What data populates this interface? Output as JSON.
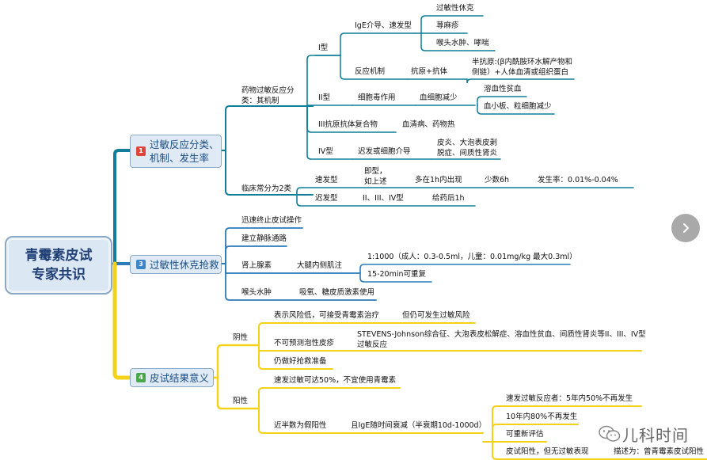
{
  "root": {
    "label": "青霉素皮试\n专家共识"
  },
  "colors": {
    "teal": "#0e7e99",
    "blue": "#2b7bb9",
    "yellow": "#f5d21a",
    "badge_red": "#e0453c",
    "badge_blue": "#3a86c8",
    "badge_green": "#4aa84a"
  },
  "branches": [
    {
      "num": "1",
      "label": "过敏反应分类、\n机制、发生率"
    },
    {
      "num": "3",
      "label": "过敏性休克抢救"
    },
    {
      "num": "4",
      "label": "皮试结果意义"
    }
  ],
  "b1": {
    "drug_allergy": "药物过敏反应分\n类：其机制",
    "type1": "I型",
    "ige": "IgE介导、速发型",
    "ige_items": [
      "过敏性休克",
      "荨麻疹",
      "喉头水肿、哮喘"
    ],
    "mechanism": "反应机制",
    "antigen": "抗原+抗体",
    "hapten": "半抗原:(β内酰胺环水解产物和\n侧链）+人体血清或组织蛋白",
    "type2": "II型",
    "cytotoxic": "细胞毒作用",
    "cytopenia": "血细胞减少",
    "cytopenia_items": [
      "溶血性贫血",
      "血小板、粒细胞减少"
    ],
    "type3": "III抗原抗体复合物",
    "serum": "血清病、药物热",
    "type4": "IV型",
    "delayed": "迟发或细胞介导",
    "skin": "皮炎、大泡表皮剥\n脱症、间质性肾炎",
    "clinical": "临床常分为2类",
    "immediate": "速发型",
    "immediate_desc": "即型，\n如上述",
    "within_1h": "多在1h内出现",
    "few_6h": "少数6h",
    "incidence": "发生率：0.01%-0.04%",
    "delayed_type": "迟发型",
    "delayed_types": "II、III、IV型",
    "after_1h": "给药后1h"
  },
  "b3": {
    "stop": "迅速终止皮试操作",
    "iv": "建立静脉通路",
    "epinephrine": "肾上腺素",
    "im": "大腿内侧肌注",
    "dose": "1:1000（成人：0.3-0.5ml，儿童：0.01mg/kg 最大0.3ml）",
    "repeat": "15-20min可重复",
    "larynx": "喉头水肿",
    "inhale": "吸氧、糖皮质激素使用"
  },
  "b4": {
    "negative": "阴性",
    "low_risk": "表示风险低，可接受青霉素治疗",
    "still_risk": "但仍可发生过敏风险",
    "unpredictable": "不可预测泡性皮疹",
    "sjs": "STEVENS-Johnson综合征、大泡表皮松解症、溶血性贫血、间质性肾炎等II、III、IV型\n过敏反应",
    "prepare": "仍做好抢救准备",
    "positive": "阳性",
    "allergy_50": "速发过敏可达50%，不宜使用青霉素",
    "false_pos": "近半数为假阳性",
    "ige_decay": "且IgE随时间衰减（半衰期10d-1000d）",
    "decay_items": [
      "速发过敏反应者：5年内50%不再发生",
      "10年内80%不再发生",
      "可重新评估",
      "皮试阳性，但无过敏表现"
    ],
    "described": "描述为：曾青霉素皮试阳性"
  },
  "watermark": {
    "text": "儿科时间",
    "icon": "wechat-icon"
  },
  "nav": {
    "icon": "chevron-right-icon"
  }
}
